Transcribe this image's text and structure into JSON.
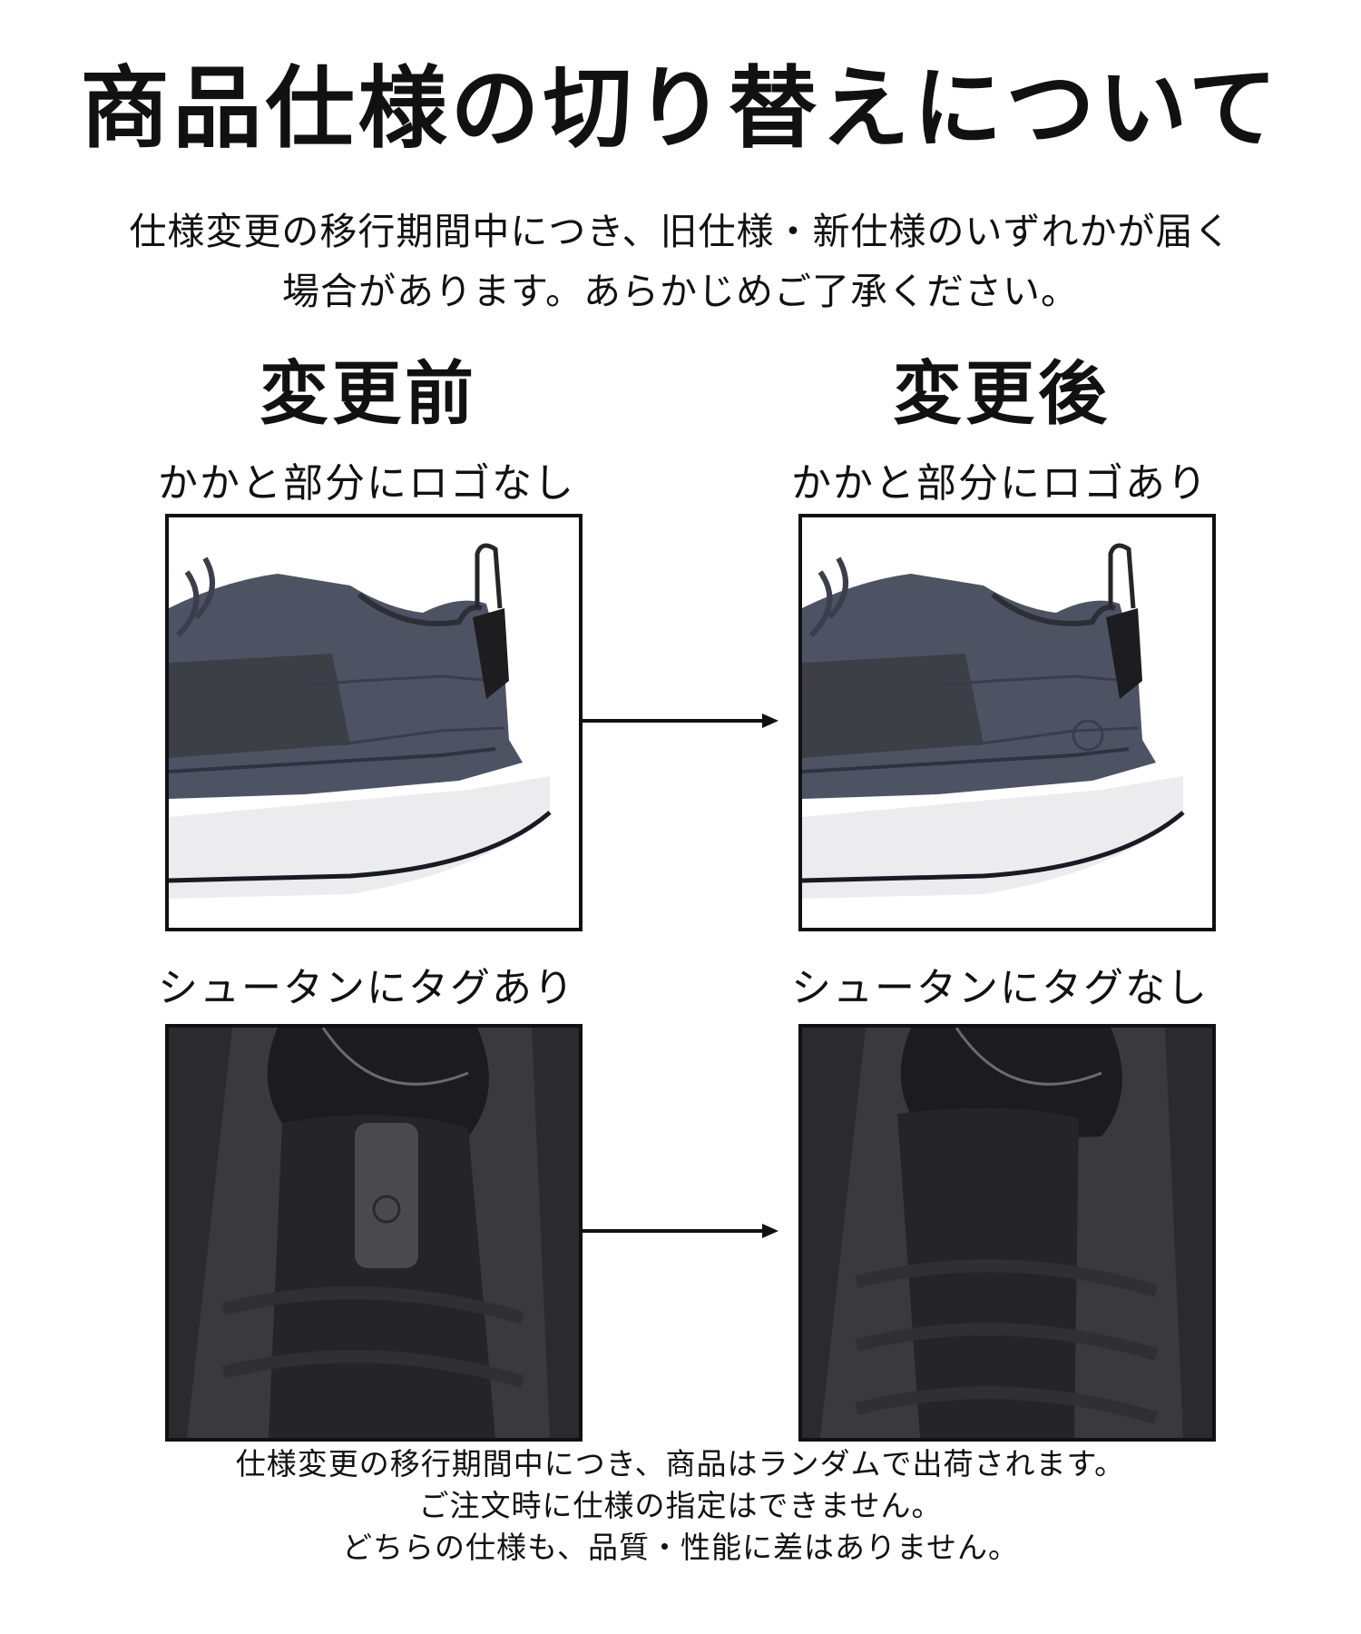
{
  "title": "商品仕様の切り替えについて",
  "intro": {
    "line1": "仕様変更の移行期間中につき、旧仕様・新仕様のいずれかが届く",
    "line2": "場合があります。あらかじめご了承ください。"
  },
  "before": {
    "heading": "変更前",
    "heel_caption": "かかと部分にロゴなし",
    "tongue_caption": "シュータンにタグあり"
  },
  "after": {
    "heading": "変更後",
    "heel_caption": "かかと部分にロゴあり",
    "tongue_caption": "シュータンにタグなし"
  },
  "footer": {
    "line1": "仕様変更の移行期間中につき、商品はランダムで出荷されます。",
    "line2": "ご注文時に仕様の指定はできません。",
    "line3": "どちらの仕様も、品質・性能に差はありません。"
  }
}
